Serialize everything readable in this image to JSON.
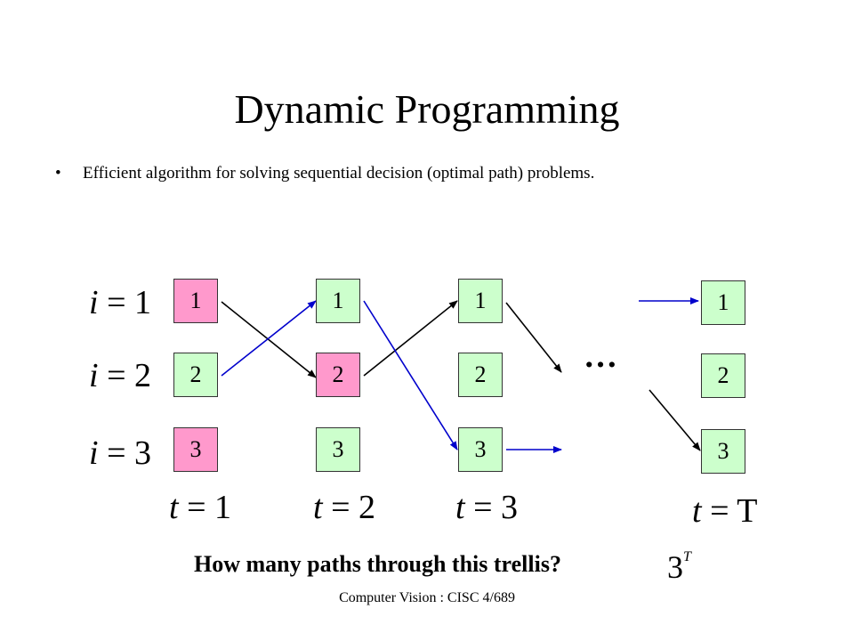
{
  "title": "Dynamic Programming",
  "bullet": "Efficient algorithm for solving sequential decision (optimal path) problems.",
  "bullet_marker": "•",
  "state_labels": [
    "i = 1",
    "i = 2",
    "i = 3"
  ],
  "time_labels": [
    "t = 1",
    "t = 2",
    "t = 3",
    "t = T"
  ],
  "columns": [
    {
      "nodes": [
        {
          "label": "1",
          "color": "#ff99cc"
        },
        {
          "label": "2",
          "color": "#ccffcc"
        },
        {
          "label": "3",
          "color": "#ff99cc"
        }
      ]
    },
    {
      "nodes": [
        {
          "label": "1",
          "color": "#ccffcc"
        },
        {
          "label": "2",
          "color": "#ff99cc"
        },
        {
          "label": "3",
          "color": "#ccffcc"
        }
      ]
    },
    {
      "nodes": [
        {
          "label": "1",
          "color": "#ccffcc"
        },
        {
          "label": "2",
          "color": "#ccffcc"
        },
        {
          "label": "3",
          "color": "#ccffcc"
        }
      ]
    },
    {
      "nodes": [
        {
          "label": "1",
          "color": "#ccffcc"
        },
        {
          "label": "2",
          "color": "#ccffcc"
        },
        {
          "label": "3",
          "color": "#ccffcc"
        }
      ]
    }
  ],
  "ellipsis": "…",
  "edge_colors": {
    "black_path": "#000000",
    "blue_path": "#0000cc"
  },
  "question": "How many paths through this trellis?",
  "answer": {
    "base": "3",
    "exponent": "T"
  },
  "footer": "Computer Vision : CISC 4/689"
}
